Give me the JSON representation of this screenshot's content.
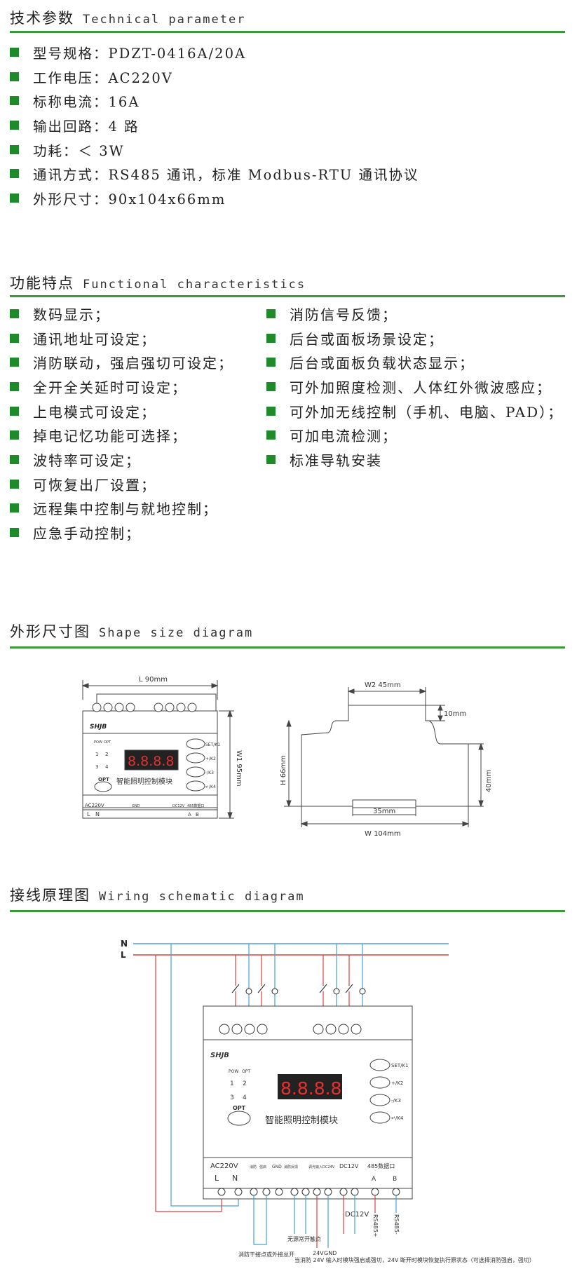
{
  "technical": {
    "title_cn": "技术参数",
    "title_en": "Technical parameter",
    "items": [
      "型号规格：PDZT-0416A/20A",
      "工作电压：AC220V",
      "标称电流：16A",
      "输出回路：4 路",
      "功耗：＜ 3W",
      "通讯方式：RS485 通讯，标准 Modbus-RTU 通讯协议",
      "外形尺寸：90x104x66mm"
    ]
  },
  "features": {
    "title_cn": "功能特点",
    "title_en": "Functional characteristics",
    "left": [
      "数码显示；",
      "通讯地址可设定；",
      "消防联动，强启强切可设定；",
      "全开全关延时可设定；",
      "上电模式可设定；",
      "掉电记忆功能可选择；",
      "波特率可设定；",
      "可恢复出厂设置；",
      "远程集中控制与就地控制；",
      "应急手动控制；"
    ],
    "right": [
      "消防信号反馈；",
      "后台或面板场景设定；",
      "后台或面板负载状态显示；",
      "可外加照度检测、人体红外微波感应；",
      "可外加无线控制（手机、电脑、PAD）；",
      "可加电流检测；",
      "标准导轨安装"
    ]
  },
  "shape": {
    "title_cn": "外形尺寸图",
    "title_en": "Shape size diagram",
    "front": {
      "dim_width": "L  90mm",
      "dim_height": "W1  95mm",
      "brand": "SHJB",
      "display": "8.8.8.8",
      "module_name": "智能照明控制模块",
      "opt": "OPT",
      "pow": "POW",
      "opt_small": "OPT",
      "leds": [
        "1",
        "2",
        "3",
        "4"
      ],
      "buttons": [
        "SET/K1",
        "+/K2",
        "-/K3",
        "↵/K4"
      ],
      "terminal_label_ac": "AC220V",
      "terminal_l": "L",
      "terminal_n": "N",
      "terminal_gnd": "GND",
      "terminal_dc": "DC12V",
      "terminal_485": "485数据口",
      "terminal_a": "A",
      "terminal_b": "B"
    },
    "side": {
      "dim_w2": "W2  45mm",
      "dim_top": "10mm",
      "dim_h": "H  66mm",
      "dim_rail": "40mm",
      "dim_slot": "35mm",
      "dim_w": "W   104mm"
    }
  },
  "wiring": {
    "title_cn": "接线原理图",
    "title_en": "Wiring schematic diagram",
    "line_n": "N",
    "line_l": "L",
    "brand": "SHJB",
    "display": "8.8.8.8",
    "module_name": "智能照明控制模块",
    "opt": "OPT",
    "pow": "POW",
    "opt_small": "OPT",
    "leds": [
      "1",
      "2",
      "3",
      "4"
    ],
    "buttons": [
      "SET/K1",
      "+/K2",
      "-/K3",
      "↵/K4"
    ],
    "terminal_ac": "AC220V",
    "terminal_l": "L",
    "terminal_n": "N",
    "terminal_fire": "消防",
    "terminal_fire2": "强启",
    "terminal_gnd": "GND",
    "terminal_fb": "消防反馈",
    "terminal_dry": "调光输入DC24V",
    "terminal_dc": "DC12V",
    "terminal_485": "485数据口",
    "terminal_a": "A",
    "terminal_b": "B",
    "label_dc12": "DC12V",
    "label_rs485p": "RS485+",
    "label_rs485n": "RS485-",
    "label_24v": "24V",
    "label_gnd": "GND",
    "label_dry": "无源常开触点",
    "label_fire": "消防干接点或外接总开",
    "note": "当消防 24V 输入时模块强启或强切，24V 断开时模块恢复执行原状态（可选择消防强启，强切）"
  }
}
